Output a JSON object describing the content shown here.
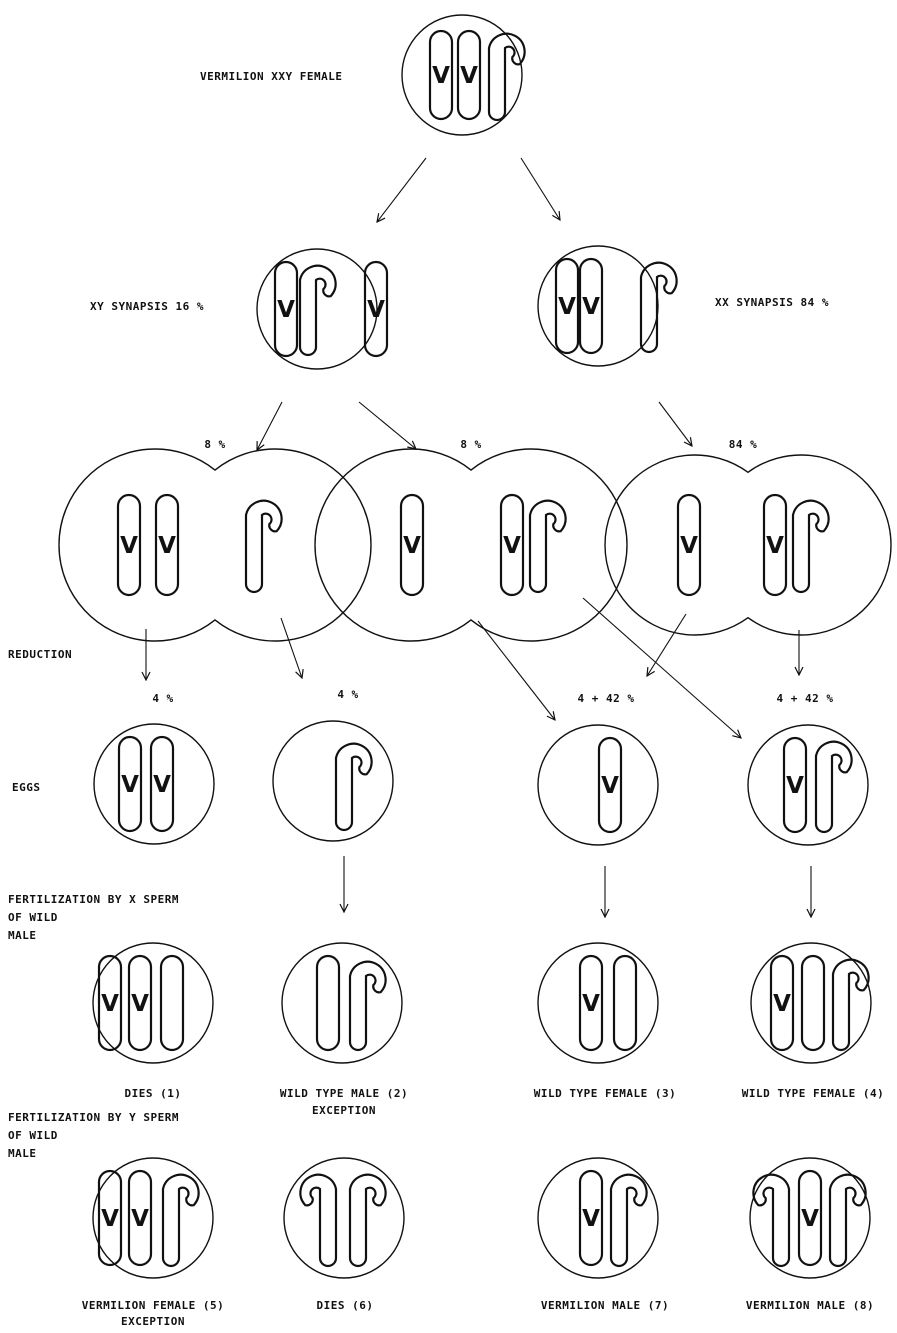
{
  "labels": {
    "parent": "VERMILION XXY FEMALE",
    "xy_synapsis": "XY SYNAPSIS 16 %",
    "xx_synapsis": "XX SYNAPSIS 84 %",
    "pct_a": "8 %",
    "pct_b": "8 %",
    "pct_c": "84 %",
    "reduction": "REDUCTION",
    "egg_pct_1": "4 %",
    "egg_pct_2": "4 %",
    "egg_pct_3": "4 + 42 %",
    "egg_pct_4": "4 + 42 %",
    "eggs": "EGGS",
    "fert_x_line1": "FERTILIZATION BY X SPERM",
    "fert_x_line2": "OF WILD",
    "fert_x_line3": "MALE",
    "res1": "DIES (1)",
    "res2_line1": "WILD TYPE MALE (2)",
    "res2_line2": "EXCEPTION",
    "res3": "WILD TYPE FEMALE (3)",
    "res4": "WILD TYPE FEMALE (4)",
    "fert_y_line1": "FERTILIZATION BY Y SPERM",
    "fert_y_line2": "OF WILD",
    "fert_y_line3": "MALE",
    "res5_line1": "VERMILION FEMALE (5)",
    "res5_line2": "EXCEPTION",
    "res6": "DIES (6)",
    "res7": "VERMILION MALE (7)",
    "res8": "VERMILION MALE (8)"
  },
  "chromosome_marker": "V",
  "colors": {
    "ink": "#111111",
    "paper": "#ffffff"
  }
}
